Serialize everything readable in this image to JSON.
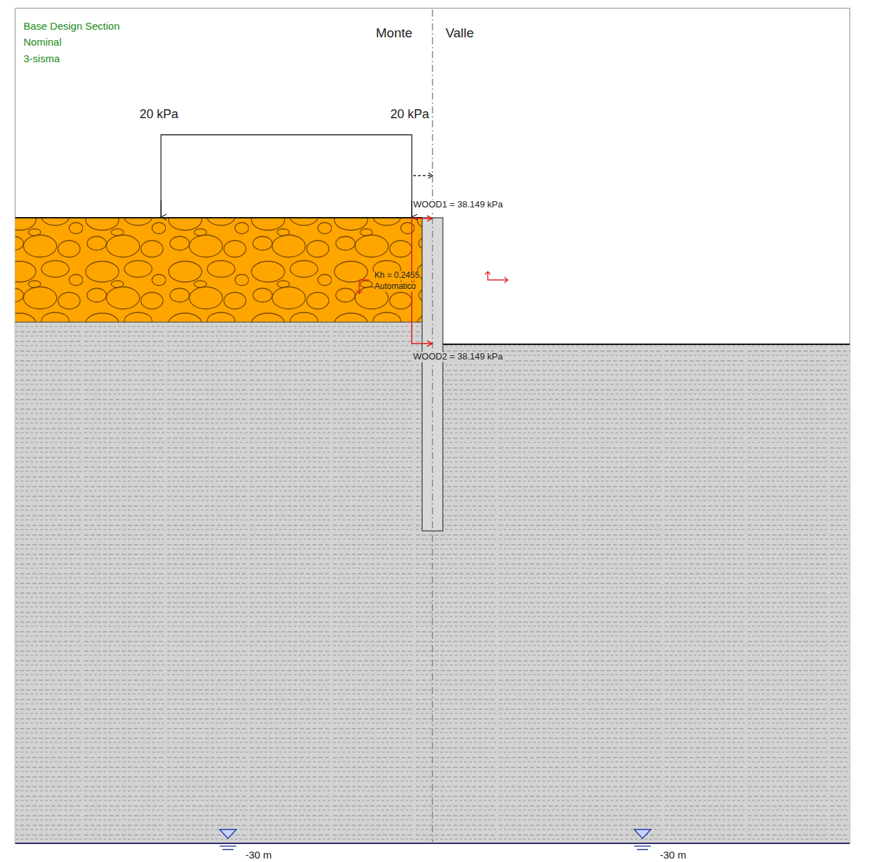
{
  "diagram": {
    "labels": [
      "Base Design Section",
      "Nominal",
      "3-sisma",
      "Monte",
      "Valle",
      "20 kPa",
      "20 kPa",
      "WOOD1 = 38.149 kPa",
      "Kh = 0.2455",
      "Automatico",
      "WOOD2 = 38.149 kPa",
      "-30 m",
      "-30 m"
    ]
  }
}
